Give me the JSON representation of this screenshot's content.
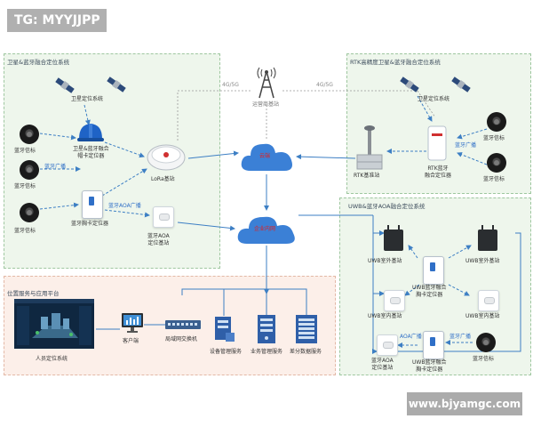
{
  "watermark_top": "TG: MYYJJPP",
  "watermark_bottom": "www.bjyamgc.com",
  "panels": {
    "satellite": {
      "title": "卫星&蓝牙融合定位系统"
    },
    "rtk": {
      "title": "RTK高精度卫星&蓝牙融合定位系统"
    },
    "uwb": {
      "title": "UWB&蓝牙AOA融合定位系统"
    },
    "platform": {
      "title": "位置服务与应用平台"
    }
  },
  "labels": {
    "sat_locating": "卫星定位系统",
    "beacon_1": "蓝牙信标",
    "beacon_2": "蓝牙信标",
    "beacon_3": "蓝牙信标",
    "helmet": "卫星&蓝牙融合\n帽卡定位器",
    "ble_broadcast_1": "蓝牙广播",
    "ble_aoa_broadcast": "蓝牙AOA广播",
    "chest_card": "蓝牙胸卡定位器",
    "lora": "LoRa基站",
    "aoa_station": "蓝牙AOA\n定位基站",
    "cell_tower": "运营商基站",
    "net_4g5g_left": "4G/5G",
    "net_4g5g_right": "4G/5G",
    "cloud": "云端",
    "intranet": "企业内网",
    "rtk_sat_locating": "卫星定位系统",
    "rtk_base": "RTK基准站",
    "rtk_fusion": "RTK蓝牙\n融合定位器",
    "rtk_beacon_1": "蓝牙信标",
    "rtk_beacon_2": "蓝牙信标",
    "rtk_broadcast": "蓝牙广播",
    "uwb_outdoor_left": "UWB室外基站",
    "uwb_outdoor_right": "UWB室外基站",
    "uwb_fusion_card": "UWB蓝牙融合\n胸卡定位器",
    "uwb_indoor_left": "UWB室内基站",
    "uwb_indoor_right": "UWB室内基站",
    "uwb_aoa_broadcast": "AOA广播",
    "uwb_ble_broadcast": "蓝牙广播",
    "uwb_aoa_station": "蓝牙AOA\n定位基站",
    "uwb_fusion_card_2": "UWB蓝牙融合\n胸卡定位器",
    "uwb_beacon": "蓝牙信标",
    "personnel_system": "人员定位系统",
    "client": "客户端",
    "switch": "局域网交换机",
    "device_mgmt": "设备管理服务",
    "business_mgmt": "业务管理服务",
    "diff_service": "差分数据服务"
  },
  "colors": {
    "arrow_blue": "#3d7fc4",
    "green_panel": "#eef6ec",
    "pink_panel": "#fcefe9",
    "cloud_blue": "#3b80d6"
  }
}
